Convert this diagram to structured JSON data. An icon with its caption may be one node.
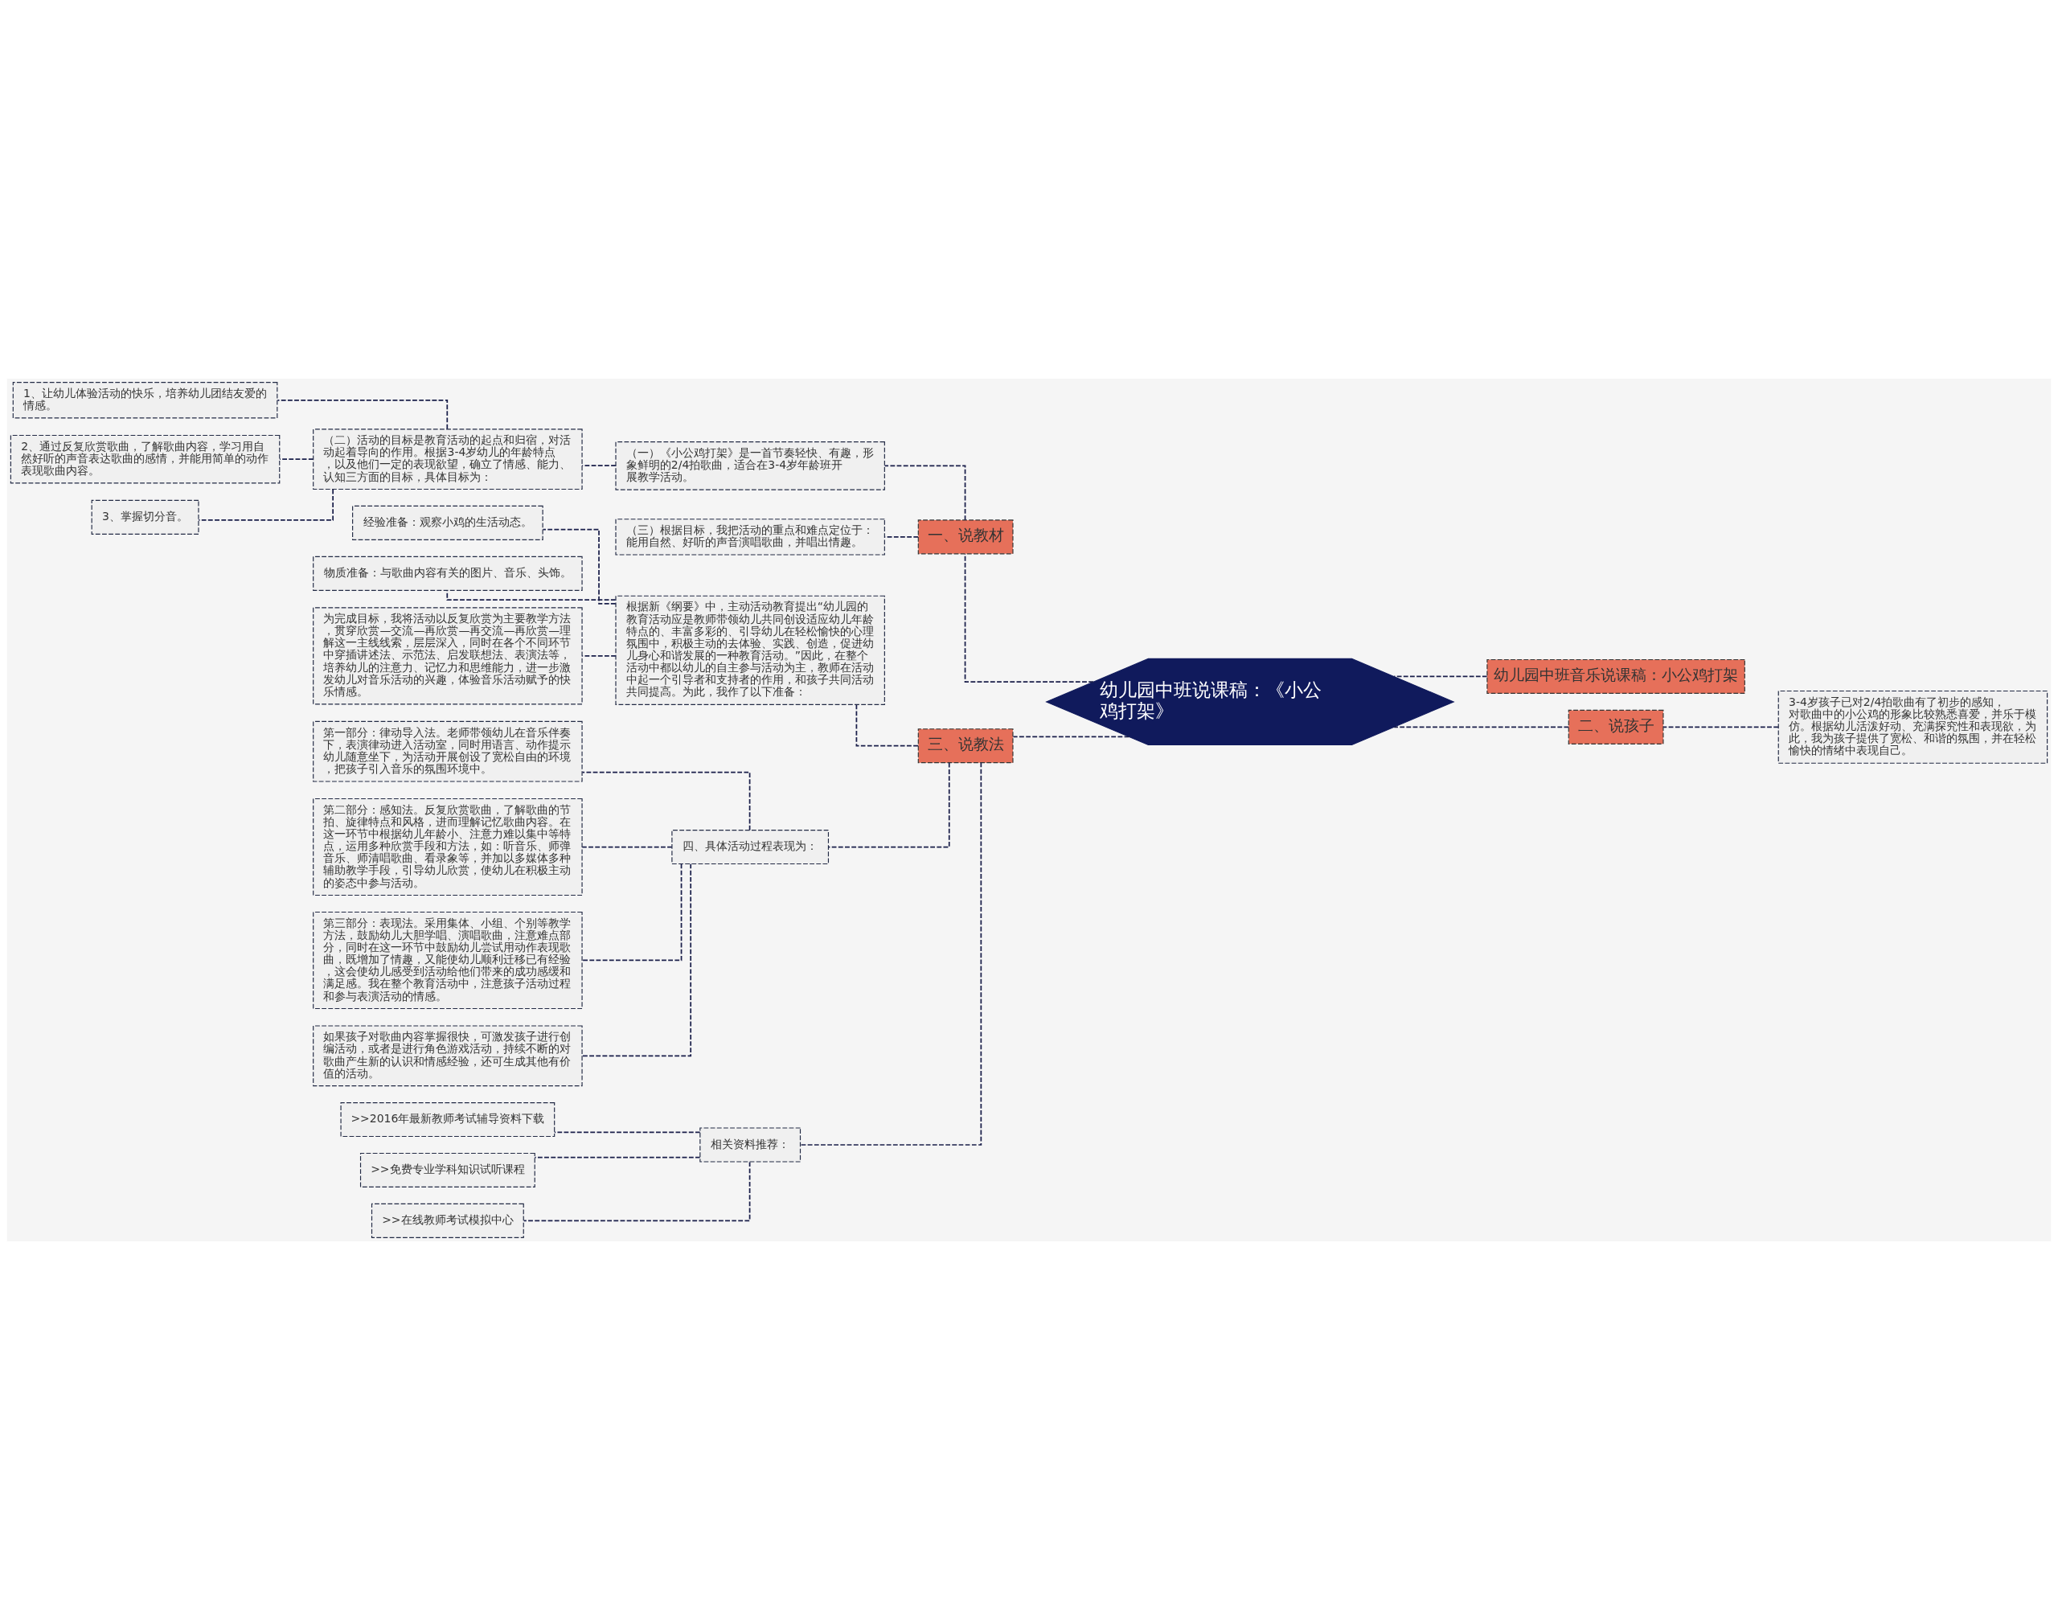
{
  "diagram": {
    "nodes": [
      {
        "text": [
          "幼儿园中班说课稿：《小公鸡打架》"
        ]
      },
      {
        "text": [
          "幼儿园中班音乐说课稿：小公鸡打架"
        ]
      },
      {
        "text": [
          "二、说孩子"
        ]
      },
      {
        "text": [
          "3-4岁孩子已对2/4拍歌曲有了初步的感知，对歌曲中的小公鸡的形象比较熟悉喜爱，并乐于模仿。根据幼儿活泼好动、充满探究性和表现欲，为此，我为孩子提供了宽松、和谐的氛围，并在轻松愉快的情绪中表现自己。"
        ]
      },
      {
        "text": [
          "一、说教材"
        ]
      },
      {
        "text": [
          "（一）《小公鸡打架》是一首节奏轻快、有趣，形象鲜明的2/4拍歌曲，适合在3-4岁年龄班开展教学活动。"
        ]
      },
      {
        "text": [
          "（二）活动的目标是教育活动的起点和归宿，对活动起着导向的作用。根据3-4岁幼儿的年龄特点，以及他们一定的表现欲望，确立了情感、能力、认知三方面的目标，具体目标为："
        ]
      },
      {
        "text": [
          "1、让幼儿体验活动的快乐，培养幼儿团结友爱的情感。"
        ]
      },
      {
        "text": [
          "2、通过反复欣赏歌曲，了解歌曲内容，学习用自然好听的声音表达歌曲的感情，并能用简单的动作表现歌曲内容。"
        ]
      },
      {
        "text": [
          "3、掌握切分音。"
        ]
      },
      {
        "text": [
          "（三）根据目标，我把活动的重点和难点定位于：能用自然、好听的声音演唱歌曲，并唱出情趣。"
        ]
      },
      {
        "text": [
          "三、说教法"
        ]
      },
      {
        "text": [
          "根据新《纲要》中，主动活动教育提出“幼儿园的教育活动应是教师带领幼儿共同创设适应幼儿年龄特点的、丰富多彩的、引导幼儿在轻松愉快的心理氛围中，积极主动的去体验、实践、创造，促进幼儿身心和谐发展的一种教育活动。”因此，在整个活动中都以幼儿的自主参与活动为主，教师在活动中起一个引导者和支持者的作用，和孩子共同活动共同提高。为此，我作了以下准备："
        ]
      },
      {
        "text": [
          "经验准备：观察小鸡的生活动态。"
        ]
      },
      {
        "text": [
          "物质准备：与歌曲内容有关的图片、音乐、头饰。"
        ]
      },
      {
        "text": [
          "为完成目标，我将活动以反复欣赏为主要教学方法，贯穿欣赏—交流—再欣赏—再交流—再欣赏—理解这一主线线索，层层深入，同时在各个不同环节中穿插讲述法、示范法、启发联想法、表演法等，培养幼儿的注意力、记忆力和思维能力，进一步激发幼儿对音乐活动的兴趣，体验音乐活动赋予的快乐情感。"
        ]
      },
      {
        "text": [
          "四、具体活动过程表现为："
        ]
      },
      {
        "text": [
          "第一部分：律动导入法。老师带领幼儿在音乐伴奏下，表演律动进入活动室，同时用语言、动作提示幼儿随意坐下，为活动开展创设了宽松自由的环境，把孩子引入音乐的氛围环境中。"
        ]
      },
      {
        "text": [
          "第二部分：感知法。反复欣赏歌曲，了解歌曲的节拍、旋律特点和风格，进而理解记忆歌曲内容。在这一环节中根据幼儿年龄小、注意力难以集中等特点，运用多种欣赏手段和方法，如：听音乐、师弹音乐、师清唱歌曲、看录象等，并加以多媒体多种辅助教学手段，引导幼儿欣赏，使幼儿在积极主动的姿态中参与活动。"
        ]
      },
      {
        "text": [
          "第三部分：表现法。采用集体、小组、个别等教学方法，鼓励幼儿大胆学唱、演唱歌曲，注意难点部分，同时在这一环节中鼓励幼儿尝试用动作表现歌曲，既增加了情趣，又能使幼儿顺利迁移已有经验，这会使幼儿感受到活动给他们带来的成功感缓和满足感。我在整个教育活动中，注意孩子活动过程和参与表演活动的情感。"
        ]
      },
      {
        "text": [
          "如果孩子对歌曲内容掌握很快，可激发孩子进行创编活动，或者是进行角色游戏活动，持续不断的对歌曲产生新的认识和情感经验，还可生成其他有价值的活动。"
        ]
      },
      {
        "text": [
          "相关资料推荐："
        ]
      },
      {
        "text": [
          ">>2016年最新教师考试辅导资料下载"
        ]
      },
      {
        "text": [
          ">>免费专业学科知识试听课程"
        ]
      },
      {
        "text": [
          ">>在线教师考试模拟中心"
        ]
      }
    ],
    "edges": [
      {
        "from": 0,
        "to": 1,
        "arrow": "none",
        "style": "dashed"
      },
      {
        "from": 0,
        "to": 2,
        "arrow": "none",
        "style": "dashed"
      },
      {
        "from": 2,
        "to": 3,
        "arrow": "none",
        "style": "dashed"
      },
      {
        "from": 0,
        "to": 4,
        "arrow": "none",
        "style": "dashed"
      },
      {
        "from": 4,
        "to": 5,
        "arrow": "none",
        "style": "dashed"
      },
      {
        "from": 5,
        "to": 6,
        "arrow": "none",
        "style": "dashed"
      },
      {
        "from": 6,
        "to": 7,
        "arrow": "none",
        "style": "dashed"
      },
      {
        "from": 6,
        "to": 8,
        "arrow": "none",
        "style": "dashed"
      },
      {
        "from": 6,
        "to": 9,
        "arrow": "none",
        "style": "dashed"
      },
      {
        "from": 4,
        "to": 10,
        "arrow": "none",
        "style": "dashed"
      },
      {
        "from": 0,
        "to": 11,
        "arrow": "none",
        "style": "dashed"
      },
      {
        "from": 11,
        "to": 12,
        "arrow": "none",
        "style": "dashed"
      },
      {
        "from": 12,
        "to": 13,
        "arrow": "none",
        "style": "dashed"
      },
      {
        "from": 12,
        "to": 14,
        "arrow": "none",
        "style": "dashed"
      },
      {
        "from": 12,
        "to": 15,
        "arrow": "none",
        "style": "dashed"
      },
      {
        "from": 11,
        "to": 16,
        "arrow": "none",
        "style": "dashed"
      },
      {
        "from": 16,
        "to": 17,
        "arrow": "none",
        "style": "dashed"
      },
      {
        "from": 16,
        "to": 18,
        "arrow": "none",
        "style": "dashed"
      },
      {
        "from": 16,
        "to": 19,
        "arrow": "none",
        "style": "dashed"
      },
      {
        "from": 16,
        "to": 20,
        "arrow": "none",
        "style": "dashed"
      },
      {
        "from": 11,
        "to": 21,
        "arrow": "none",
        "style": "dashed"
      },
      {
        "from": 21,
        "to": 22,
        "arrow": "none",
        "style": "dashed"
      },
      {
        "from": 21,
        "to": 23,
        "arrow": "none",
        "style": "dashed"
      },
      {
        "from": 21,
        "to": 24,
        "arrow": "none",
        "style": "dashed"
      }
    ]
  }
}
